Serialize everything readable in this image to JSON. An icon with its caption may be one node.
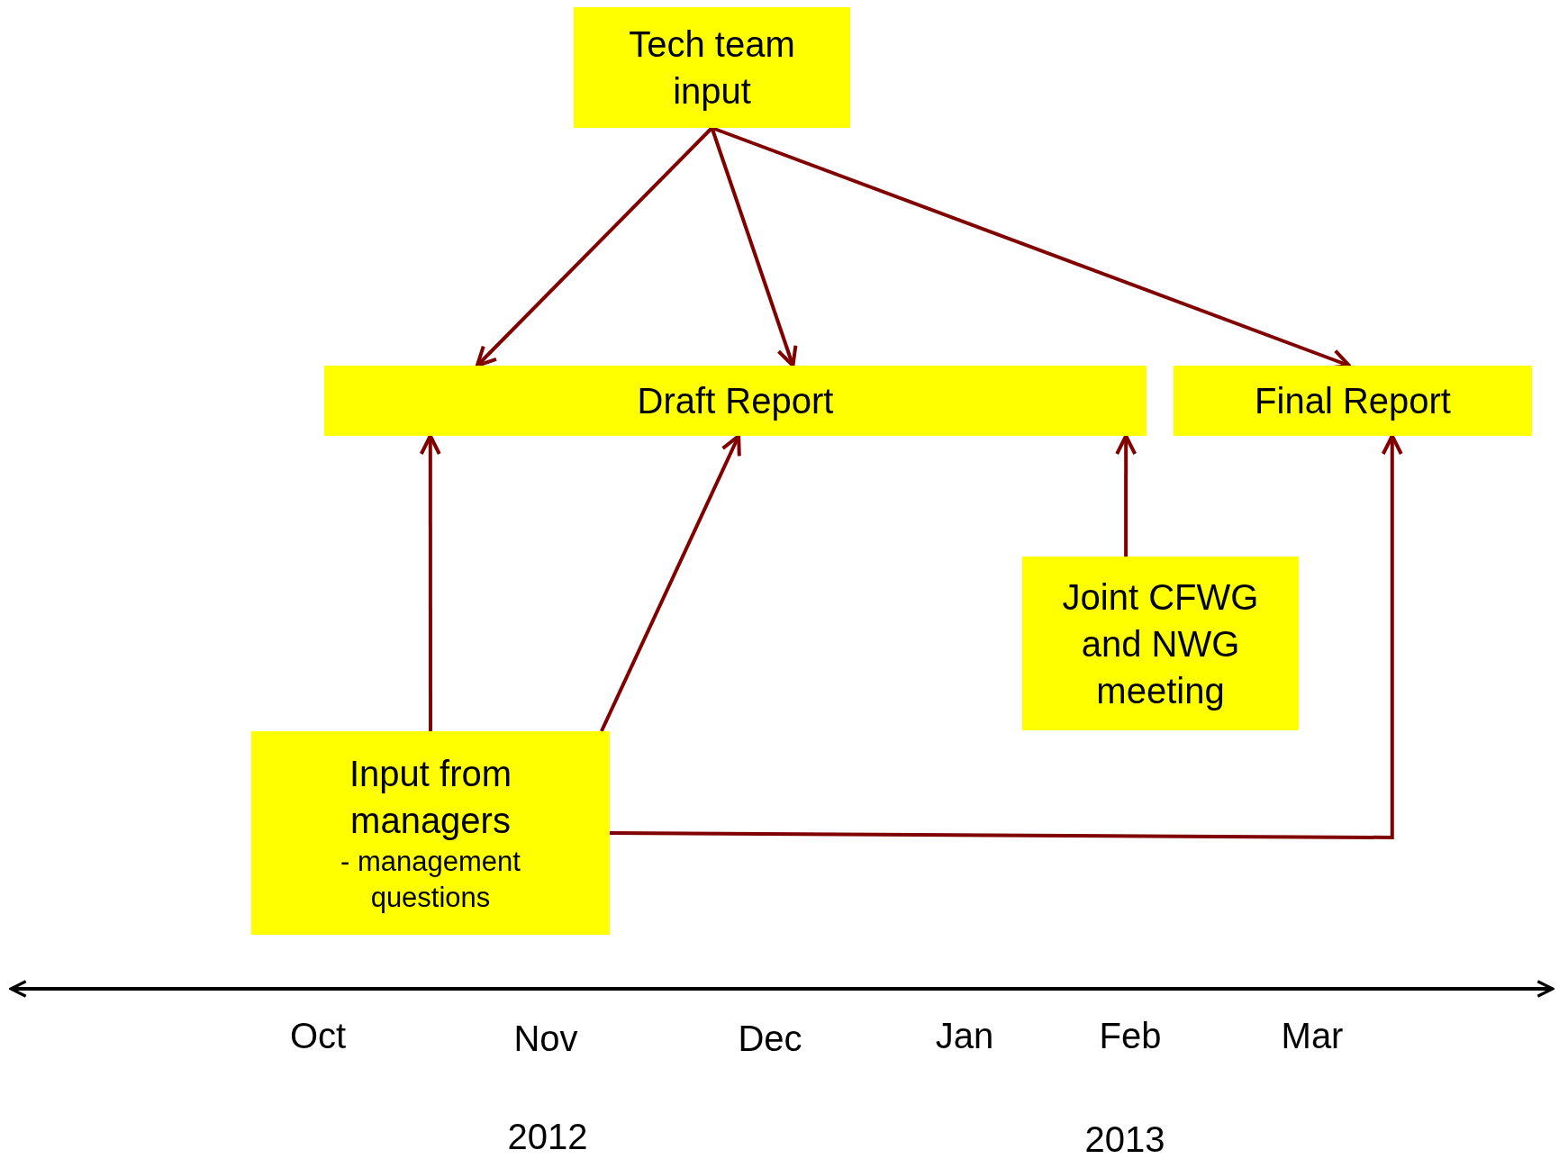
{
  "diagram": {
    "nodes": [
      {
        "text": [
          "Tech team input"
        ]
      },
      {
        "text": [
          "Draft Report"
        ]
      },
      {
        "text": [
          "Final Report"
        ]
      },
      {
        "text": [
          "Joint CFWG and NWG meeting"
        ]
      },
      {
        "text": [
          "Input from managers",
          "- management questions"
        ]
      }
    ],
    "edges": [
      {
        "from": 0,
        "to": 1,
        "arrow": "to"
      },
      {
        "from": 0,
        "to": 1,
        "arrow": "to"
      },
      {
        "from": 0,
        "to": 2,
        "arrow": "to"
      },
      {
        "from": 4,
        "to": 1,
        "arrow": "to"
      },
      {
        "from": 4,
        "to": 1,
        "arrow": "to"
      },
      {
        "from": 3,
        "to": 1,
        "arrow": "to"
      },
      {
        "from": 4,
        "to": 2,
        "arrow": "to"
      }
    ],
    "labels": [
      "Oct",
      "Nov",
      "Dec",
      "Jan",
      "Feb",
      "Mar",
      "2012",
      "2013"
    ]
  }
}
